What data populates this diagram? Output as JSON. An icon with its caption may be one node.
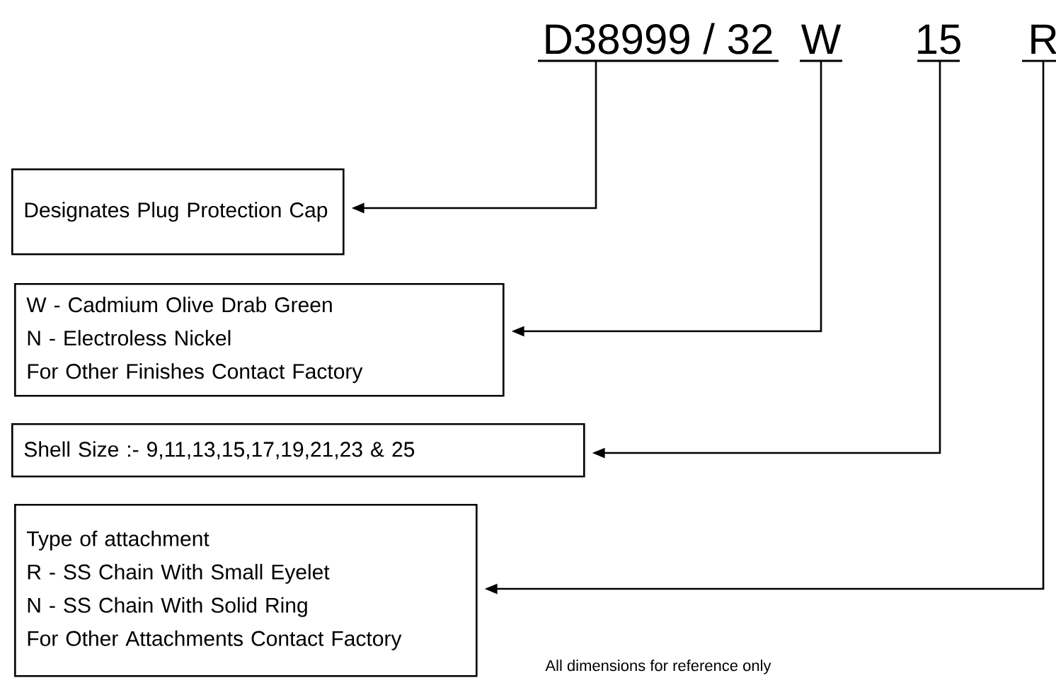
{
  "diagram": {
    "nodes": [
      {
        "text": [
          "D38999 / 32"
        ]
      },
      {
        "text": [
          "W"
        ]
      },
      {
        "text": [
          "15"
        ]
      },
      {
        "text": [
          "R"
        ]
      },
      {
        "text": [
          "Designates Plug Protection Cap"
        ]
      },
      {
        "text": [
          "W - Cadmium Olive Drab Green",
          "N - Electroless Nickel",
          "For Other Finishes Contact Factory"
        ]
      },
      {
        "text": [
          "Shell Size :- 9,11,13,15,17,19,21,23 & 25"
        ]
      },
      {
        "text": [
          "Type of attachment",
          "R - SS Chain With Small Eyelet",
          "N - SS Chain With Solid Ring",
          "For Other Attachments Contact Factory"
        ]
      }
    ],
    "edges": [
      {
        "from": 0,
        "to": 4,
        "arrow": "to"
      },
      {
        "from": 1,
        "to": 5,
        "arrow": "to"
      },
      {
        "from": 2,
        "to": 6,
        "arrow": "to"
      },
      {
        "from": 3,
        "to": 7,
        "arrow": "to"
      }
    ],
    "labels": [
      "All dimensions for reference only"
    ]
  }
}
